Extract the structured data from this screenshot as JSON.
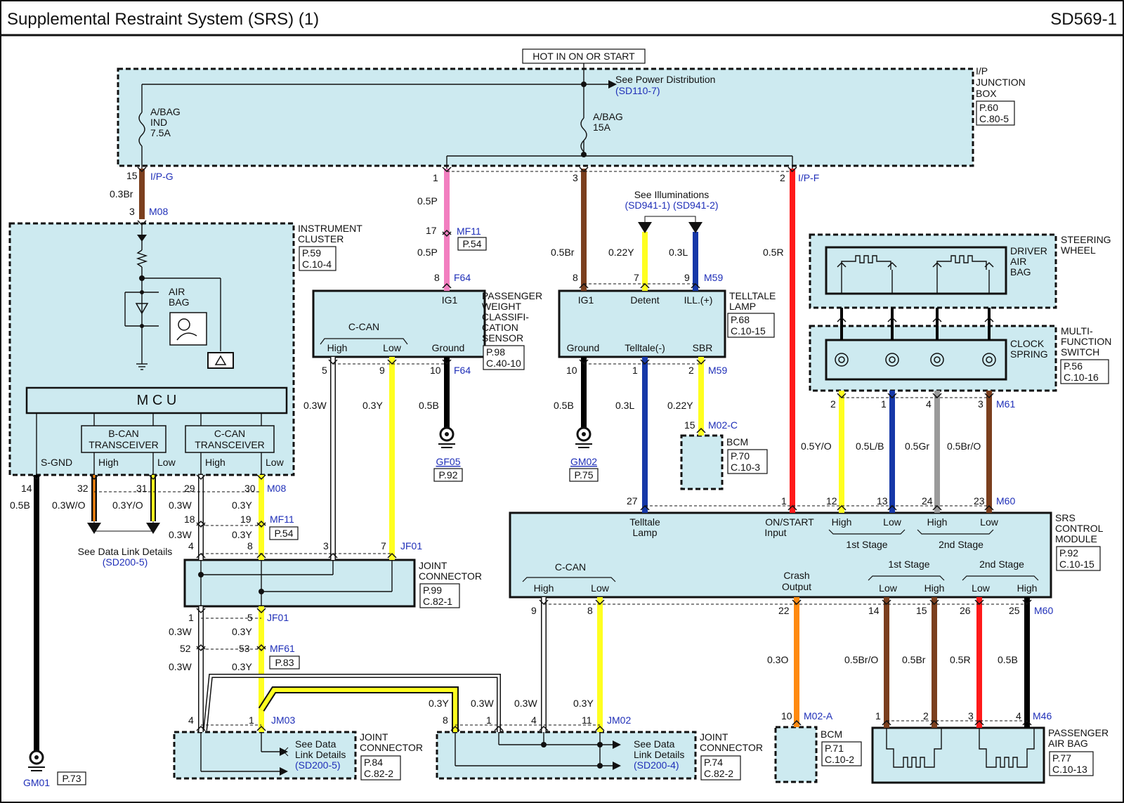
{
  "header": {
    "title": "Supplemental Restraint System (SRS) (1)",
    "code": "SD569-1"
  },
  "power": {
    "label": "HOT IN ON OR START",
    "see_power": "See Power Distribution",
    "see_power_ref": "(SD110-7)"
  },
  "fuses": [
    {
      "name": "A/BAG",
      "sub": "IND",
      "rating": "7.5A"
    },
    {
      "name": "A/BAG",
      "rating": "15A"
    }
  ],
  "components": {
    "junction_box": {
      "name": [
        "I/P",
        "JUNCTION",
        "BOX"
      ],
      "ref": [
        "P.60",
        "C.80-5"
      ]
    },
    "instrument_cluster": {
      "name": [
        "INSTRUMENT",
        "CLUSTER"
      ],
      "ref": [
        "P.59",
        "C.10-4"
      ],
      "airbag_label": [
        "AIR",
        "BAG"
      ],
      "mcu": "M C U",
      "bcan": [
        "B-CAN",
        "TRANSCEIVER"
      ],
      "ccan": [
        "C-CAN",
        "TRANSCEIVER"
      ],
      "sgnd": "S-GND",
      "high": "High",
      "low": "Low"
    },
    "pwcs": {
      "name": [
        "PASSENGER",
        "WEIGHT",
        "CLASSIFI-",
        "CATION",
        "SENSOR"
      ],
      "ref": [
        "P.98",
        "C.40-10"
      ],
      "ig1": "IG1",
      "ccan": "C-CAN",
      "high": "High",
      "low": "Low",
      "ground": "Ground"
    },
    "telltale": {
      "name": [
        "TELLTALE",
        "LAMP"
      ],
      "ref": [
        "P.68",
        "C.10-15"
      ],
      "ig1": "IG1",
      "detent": "Detent",
      "ill": "ILL.(+)",
      "ground": "Ground",
      "telltale_neg": "Telltale(-)",
      "sbr": "SBR"
    },
    "steering": {
      "name": [
        "STEERING",
        "WHEEL"
      ]
    },
    "driver_airbag": {
      "name": [
        "DRIVER",
        "AIR",
        "BAG"
      ]
    },
    "clock_spring": {
      "name": [
        "CLOCK",
        "SPRING"
      ]
    },
    "mfs": {
      "name": [
        "MULTI-",
        "FUNCTION",
        "SWITCH"
      ],
      "ref": [
        "P.56",
        "C.10-16"
      ]
    },
    "bcm_top": {
      "name": "BCM",
      "ref": [
        "P.70",
        "C.10-3"
      ]
    },
    "srs": {
      "name": [
        "SRS",
        "CONTROL",
        "MODULE"
      ],
      "ref": [
        "P.92",
        "C.10-15"
      ],
      "telltale": [
        "Telltale",
        "Lamp"
      ],
      "onstart": [
        "ON/START",
        "Input"
      ],
      "high": "High",
      "low": "Low",
      "stage1": "1st Stage",
      "stage2": "2nd Stage",
      "ccan": "C-CAN",
      "crash": [
        "Crash",
        "Output"
      ]
    },
    "joint_jf01": {
      "name": [
        "JOINT",
        "CONNECTOR"
      ],
      "ref": [
        "P.99",
        "C.82-1"
      ]
    },
    "joint_jm03": {
      "name": [
        "JOINT",
        "CONNECTOR"
      ],
      "ref": [
        "P.84",
        "C.82-2"
      ]
    },
    "joint_jm02": {
      "name": [
        "JOINT",
        "CONNECTOR"
      ],
      "ref": [
        "P.74",
        "C.82-2"
      ]
    },
    "bcm_bottom": {
      "name": "BCM",
      "ref": [
        "P.71",
        "C.10-2"
      ]
    },
    "passenger_airbag": {
      "name": [
        "PASSENGER",
        "AIR BAG"
      ],
      "ref": [
        "P.77",
        "C.10-13"
      ]
    }
  },
  "illum": {
    "text": "See Illuminations",
    "refs": "(SD941-1) (SD941-2)"
  },
  "datalink": {
    "text": "See Data Link Details",
    "ref": "(SD200-5)"
  },
  "datalink_jm03": {
    "text": [
      "See Data",
      "Link Details"
    ],
    "ref": "(SD200-5)"
  },
  "datalink_jm02": {
    "text": [
      "See Data",
      "Link Details"
    ],
    "ref": "(SD200-4)"
  },
  "grounds": [
    {
      "id": "GF05",
      "ref": "P.92"
    },
    {
      "id": "GM02",
      "ref": "P.75"
    },
    {
      "id": "GM01",
      "ref": "P.73"
    }
  ],
  "connectors": {
    "ipg": "I/P-G",
    "ipf": "I/P-F",
    "m08": "M08",
    "mf11": "MF11",
    "mf11_ref": "P.54",
    "f64": "F64",
    "m59": "M59",
    "m02c": "M02-C",
    "m61": "M61",
    "m60": "M60",
    "jf01": "JF01",
    "mf61": "MF61",
    "mf61_ref": "P.83",
    "jm03": "JM03",
    "jm02": "JM02",
    "m02a": "M02-A",
    "m46": "M46"
  },
  "wire_labels": {
    "w03br": "0.3Br",
    "w05p": "0.5P",
    "w05br": "0.5Br",
    "w022y": "0.22Y",
    "w03l": "0.3L",
    "w05r": "0.5R",
    "w03w": "0.3W",
    "w03y": "0.3Y",
    "w05b": "0.5B",
    "w03wo": "0.3W/O",
    "w03yo": "0.3Y/O",
    "w05yo": "0.5Y/O",
    "w05lb": "0.5L/B",
    "w05gr": "0.5Gr",
    "w05bro": "0.5Br/O",
    "w03o": "0.3O"
  },
  "pins": {
    "p1": "1",
    "p2": "2",
    "p3": "3",
    "p4": "4",
    "p5": "5",
    "p7": "7",
    "p8": "8",
    "p9": "9",
    "p10": "10",
    "p11": "11",
    "p12": "12",
    "p13": "13",
    "p14": "14",
    "p15": "15",
    "p17": "17",
    "p18": "18",
    "p19": "19",
    "p22": "22",
    "p23": "23",
    "p24": "24",
    "p25": "25",
    "p26": "26",
    "p27": "27",
    "p29": "29",
    "p30": "30",
    "p31": "31",
    "p32": "32",
    "p52": "52",
    "p53": "53"
  },
  "colors": {
    "box_fill": "#cdeaf0",
    "conn_blue": "#1f2fb8",
    "brown": "#7b3f1e",
    "pink": "#f27fc0",
    "red": "#ff1a1a",
    "yellow": "#ffff20",
    "blue": "#1638a8",
    "black": "#000000",
    "orange": "#ff8a10",
    "gray": "#9a9a9a"
  }
}
